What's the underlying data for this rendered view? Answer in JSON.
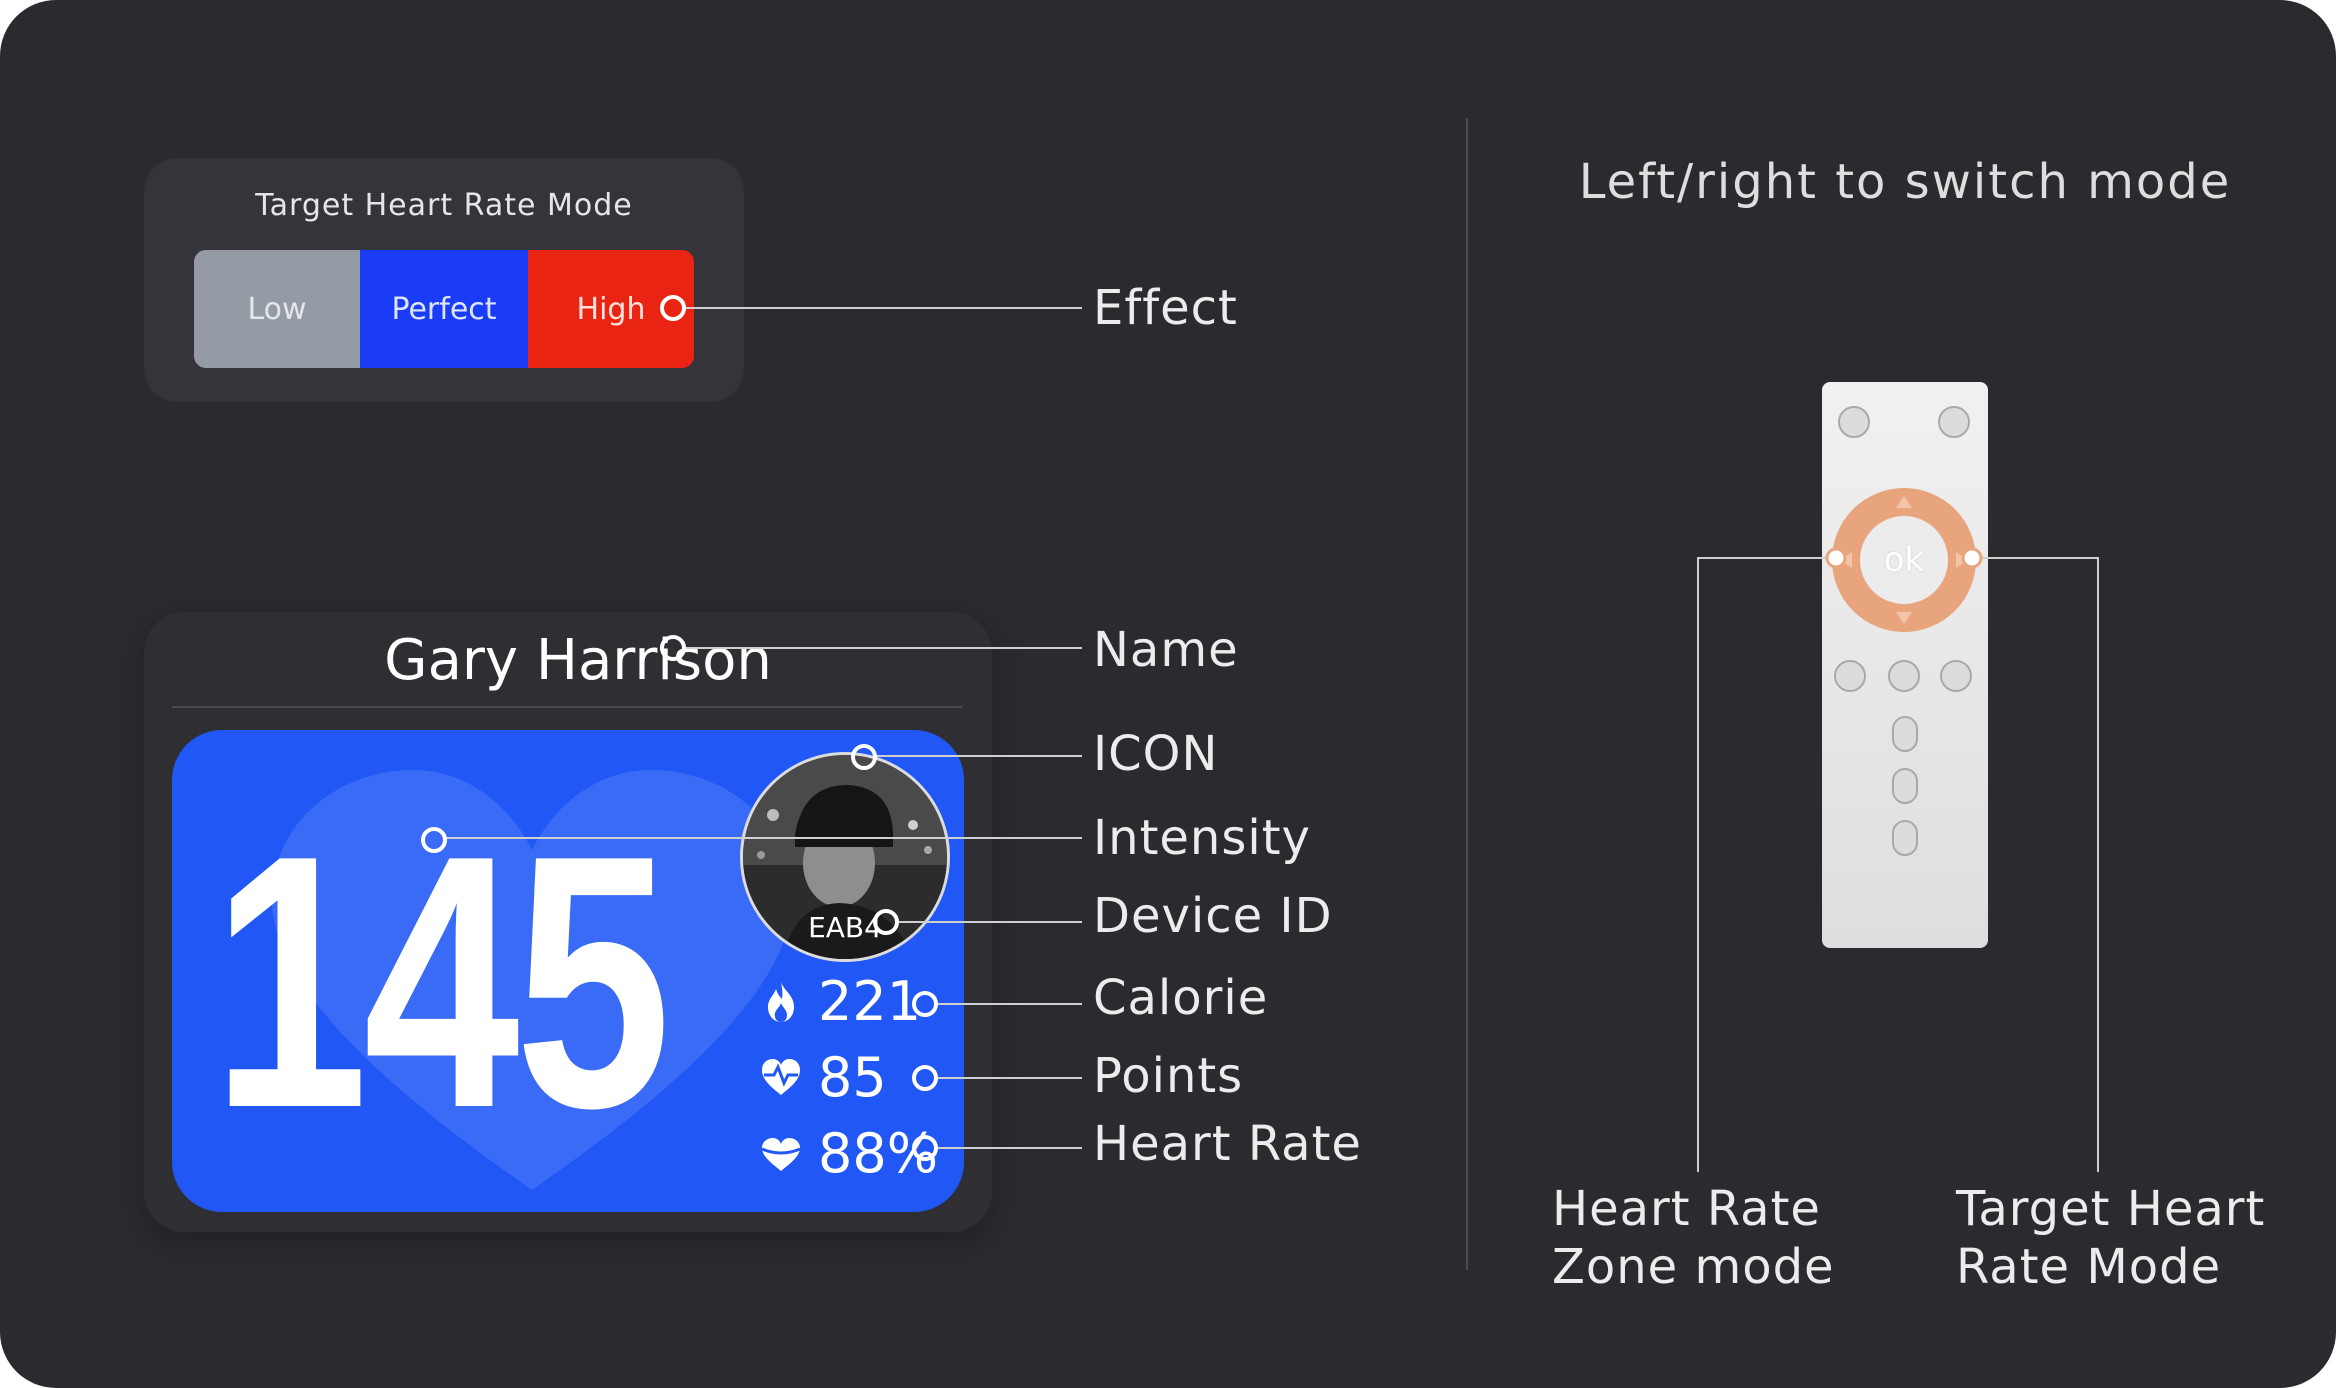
{
  "mode_panel": {
    "title": "Target Heart Rate Mode",
    "segments": {
      "low": "Low",
      "perfect": "Perfect",
      "high": "High"
    },
    "segment_colors": {
      "low": "#959ba5",
      "perfect": "#1a3cf6",
      "high": "#ea2412"
    }
  },
  "card": {
    "name": "Gary Harrison",
    "intensity": "145",
    "device_id": "EAB4",
    "calorie": "221",
    "points": "85",
    "heart_rate": "88%",
    "panel_color": "#2157f5"
  },
  "callouts": {
    "effect": "Effect",
    "name": "Name",
    "icon": "ICON",
    "intensity": "Intensity",
    "device_id": "Device ID",
    "calorie": "Calorie",
    "points": "Points",
    "heart_rate": "Heart Rate"
  },
  "remote": {
    "hint": "Left/right to switch mode",
    "ok_label": "ok",
    "left_label_line1": "Heart Rate",
    "left_label_line2": "Zone mode",
    "right_label_line1": "Target Heart",
    "right_label_line2": "Rate Mode"
  },
  "icons": [
    "flame-icon",
    "heart-points-icon",
    "heart-rate-icon",
    "avatar-photo"
  ]
}
